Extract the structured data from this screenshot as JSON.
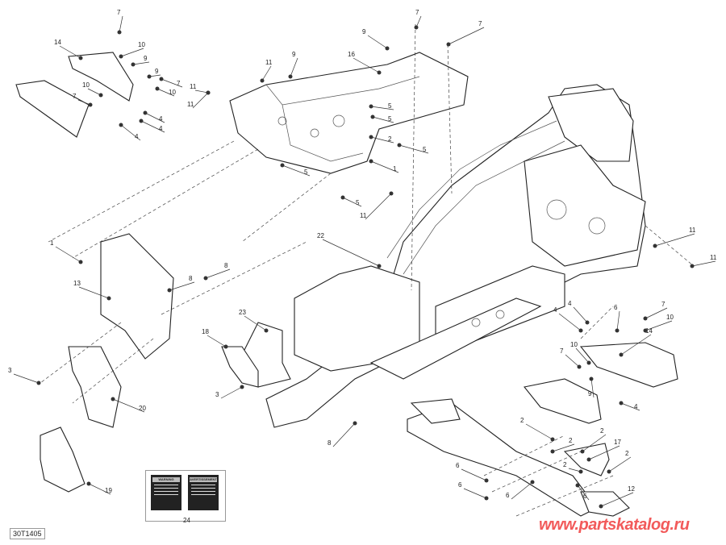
{
  "diagram": {
    "id_label": "30T1405",
    "watermark": "www.partskatalog.ru",
    "decals": {
      "callout": "24",
      "left_title": "WARNING",
      "right_title": "AVERTISSEMENT"
    },
    "callouts": [
      "14",
      "7",
      "10",
      "9",
      "7",
      "10",
      "9",
      "10",
      "7",
      "4",
      "4",
      "4",
      "11",
      "11",
      "9",
      "16",
      "9",
      "7",
      "7",
      "5",
      "5",
      "2",
      "1",
      "5",
      "5",
      "5",
      "11",
      "22",
      "1",
      "8",
      "8",
      "13",
      "23",
      "18",
      "3",
      "3",
      "20",
      "8",
      "19",
      "11",
      "11",
      "4",
      "4",
      "6",
      "7",
      "10",
      "7",
      "10",
      "14",
      "9",
      "4",
      "2",
      "2",
      "2",
      "17",
      "2",
      "2",
      "6",
      "6",
      "6",
      "6",
      "12",
      "11"
    ]
  }
}
